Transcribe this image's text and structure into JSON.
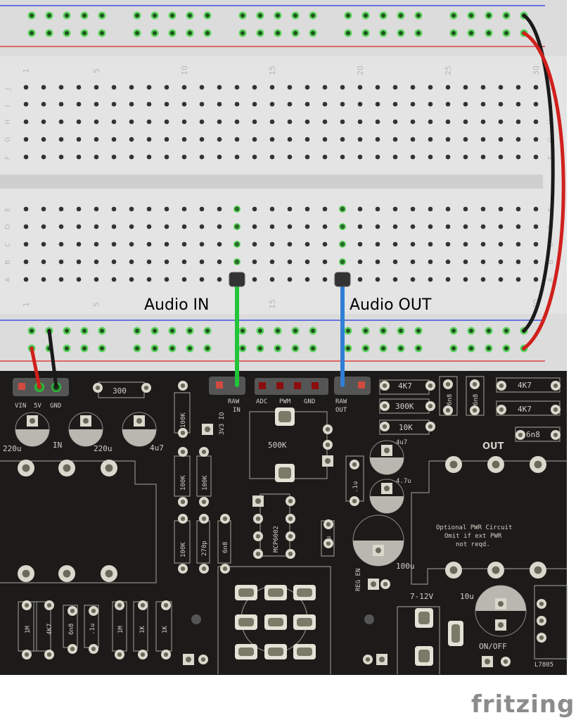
{
  "breadboard": {
    "column_numbers": [
      "1",
      "5",
      "10",
      "15",
      "20",
      "25",
      "30"
    ],
    "row_letters_top": [
      "J",
      "I",
      "H",
      "G",
      "F"
    ],
    "row_letters_bottom": [
      "E",
      "D",
      "C",
      "B",
      "A"
    ],
    "highlighted_columns": [
      13,
      19
    ]
  },
  "annotations": {
    "audio_in": "Audio IN",
    "audio_out": "Audio OUT"
  },
  "wire_colors": {
    "audio_in": "#22c43a",
    "audio_out": "#2f7fd6",
    "power": "#d0201c",
    "ground": "#1a1a1a"
  },
  "pcb": {
    "labels": {
      "vin": "VIN",
      "v5": "5V",
      "gnd": "GND",
      "r300": "300",
      "raw_in_1": "RAW",
      "raw_in_2": "IN",
      "adc": "ADC",
      "pwm": "PWM",
      "gnd2": "GND",
      "raw_out_1": "RAW",
      "raw_out_2": "OUT",
      "v3v3": "3V3 IO",
      "c220a": "220u",
      "in": "IN",
      "c220b": "220u",
      "c4u7a": "4u7",
      "r100k1": "100K",
      "r100k2": "100K",
      "r100k3": "100K",
      "r100k4": "100K",
      "c270p": "270p",
      "c6n8a": "6n8",
      "mcp": "MCP6002",
      "pot": "500K",
      "c1u_a": ".1u",
      "c1u_b": ".1u",
      "r4k7a": "4K7",
      "r300k": "300K",
      "r10k": "10K",
      "c4u7b": "4u7",
      "c6n8b": "6n8",
      "c6n8c": "6n8",
      "r4k7b": "4K7",
      "r4k7c": "4K7",
      "c6n8d": "6n8",
      "out": "OUT",
      "c4_7u": "4.7u",
      "opt1": "Optional PWR Circuit",
      "opt2": "Omit if ext PWR",
      "opt3": "not reqd.",
      "c100u": "100u",
      "regen": "REG EN",
      "v712": "7-12V",
      "c10u": "10u",
      "onoff": "ON/OFF",
      "l7805": "L7805",
      "b1m_a": "1M",
      "b4k7": "4K7",
      "b6n8": "6n8",
      "b1u": ".1u",
      "b1m_b": "1M",
      "b1k_a": "1K",
      "b1k_b": "1K"
    }
  },
  "logo": "fritzing"
}
